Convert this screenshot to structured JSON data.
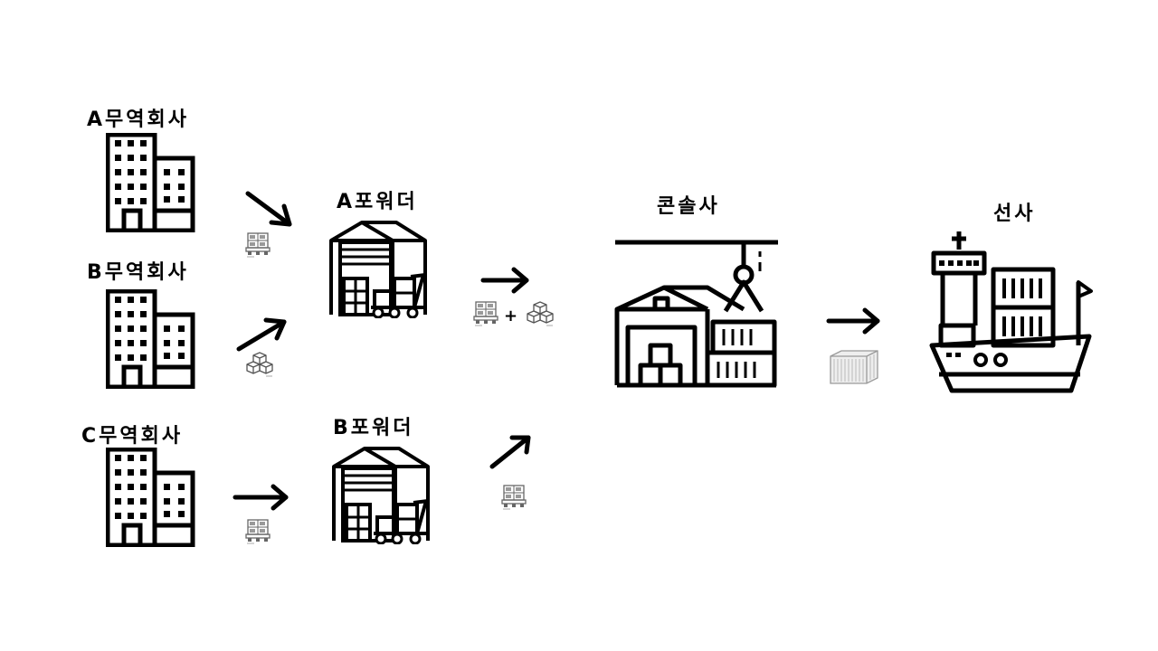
{
  "labels": {
    "trader_a": "A무역회사",
    "trader_b": "B무역회사",
    "trader_c": "C무역회사",
    "forwarder_a": "A포워더",
    "forwarder_b": "B포워더",
    "consolidator": "콘솔사",
    "carrier": "선사"
  },
  "plus_sign": "+",
  "icons": {
    "company": "office-building-icon",
    "forwarder": "warehouse-icon",
    "consolidator": "port-warehouse-crane-icon",
    "carrier": "container-ship-icon",
    "pallet": "pallet-cargo-icon",
    "boxes": "cardboard-boxes-icon",
    "container": "shipping-container-icon"
  }
}
